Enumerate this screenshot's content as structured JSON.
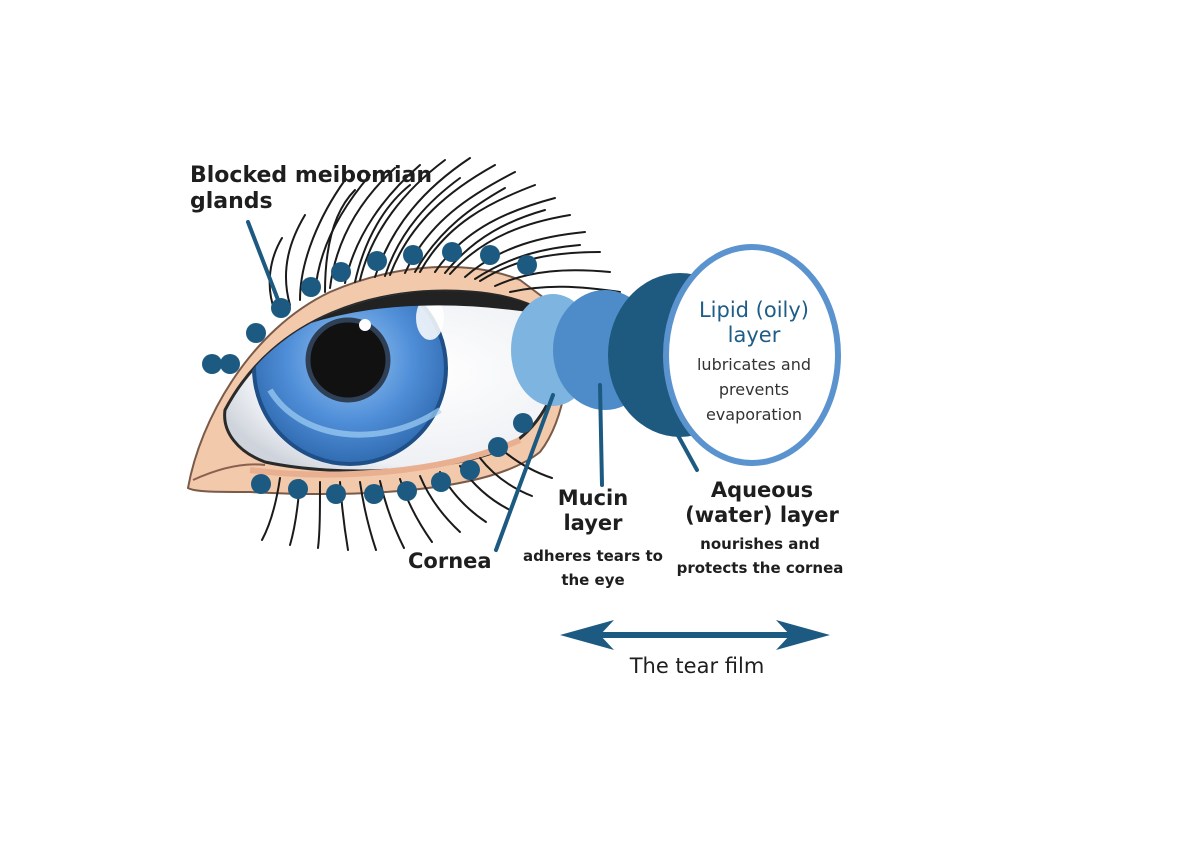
{
  "labels": {
    "meibomian": "Blocked meibomian glands",
    "cornea": "Cornea",
    "mucin_title": "Mucin layer",
    "mucin_desc": "adheres tears to the eye",
    "aqueous_title": "Aqueous (water) layer",
    "aqueous_desc": "nourishes and protects the cornea",
    "lipid_title": "Lipid (oily) layer",
    "lipid_desc": "lubricates and prevents evaporation",
    "tear_film": "The tear film"
  },
  "colors": {
    "dark_blue": "#1e5a80",
    "mid_blue": "#4d8cc8",
    "light_blue": "#7db4e0",
    "iris": "#4f8ed8",
    "skin": "#f0c8a8",
    "lipid_border": "#5b93cf"
  }
}
